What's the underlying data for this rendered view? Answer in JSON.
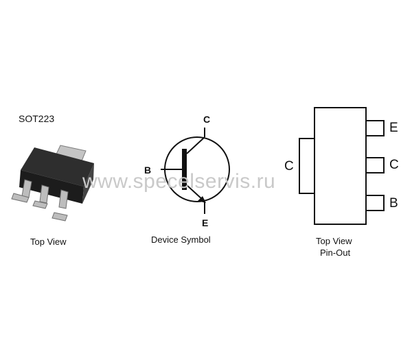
{
  "package": {
    "name": "SOT223",
    "caption": "Top View"
  },
  "symbol": {
    "caption": "Device Symbol",
    "pins": {
      "collector": "C",
      "base": "B",
      "emitter": "E"
    }
  },
  "pinout": {
    "caption_line1": "Top View",
    "caption_line2": "Pin-Out",
    "tab_pin": "C",
    "side_pins": [
      "E",
      "C",
      "B"
    ]
  },
  "watermark": "www.specelservis.ru",
  "colors": {
    "ink": "#111111",
    "package_body": "#2b2b2b",
    "metal": "#b9b9b9",
    "watermark": "#c9c9c9"
  }
}
